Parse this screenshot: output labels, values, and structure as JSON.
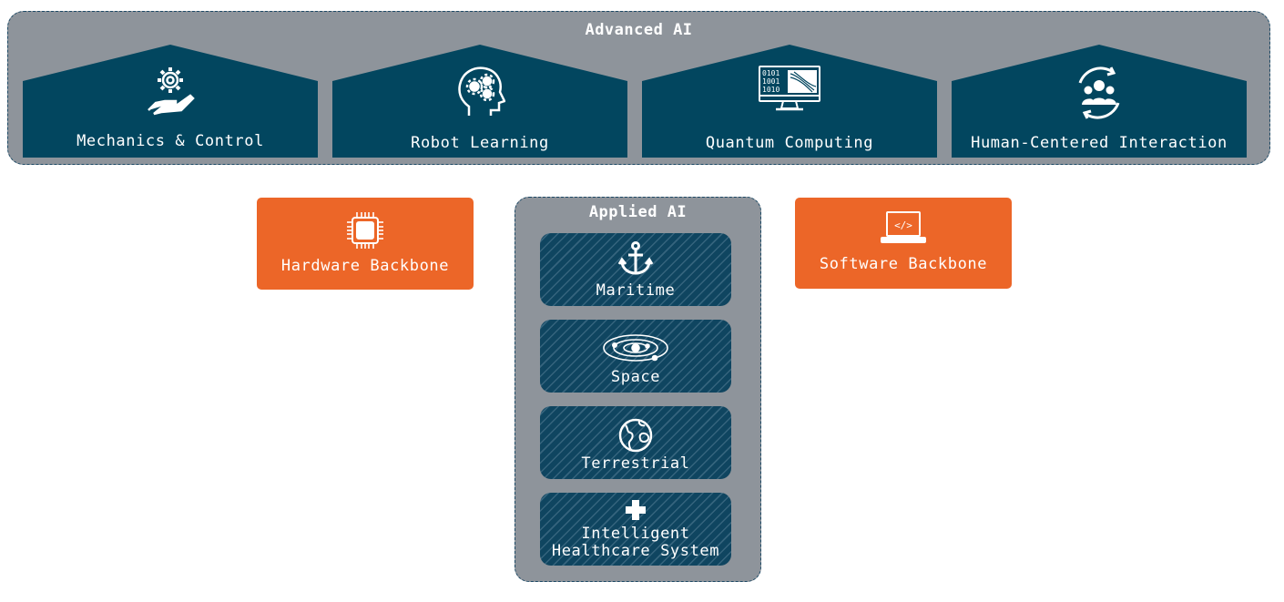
{
  "colors": {
    "navy": "#02465f",
    "gray": "#8e949b",
    "orange": "#ec6628",
    "white": "#ffffff"
  },
  "advanced": {
    "title": "Advanced AI",
    "pillars": [
      {
        "label": "Mechanics & Control",
        "icon": "hand-gear-icon"
      },
      {
        "label": "Robot Learning",
        "icon": "head-gears-icon"
      },
      {
        "label": "Quantum Computing",
        "icon": "binary-monitor-icon"
      },
      {
        "label": "Human-Centered Interaction",
        "icon": "people-cycle-icon"
      }
    ]
  },
  "hardware": {
    "label": "Hardware Backbone",
    "icon": "chip-icon"
  },
  "software": {
    "label": "Software Backbone",
    "icon": "laptop-code-icon"
  },
  "applied": {
    "title": "Applied AI",
    "items": [
      {
        "label": "Maritime",
        "icon": "anchor-icon"
      },
      {
        "label": "Space",
        "icon": "solar-system-icon"
      },
      {
        "label": "Terrestrial",
        "icon": "globe-icon"
      },
      {
        "label_line1": "Intelligent",
        "label_line2": "Healthcare System",
        "icon": "medical-cross-icon"
      }
    ]
  }
}
